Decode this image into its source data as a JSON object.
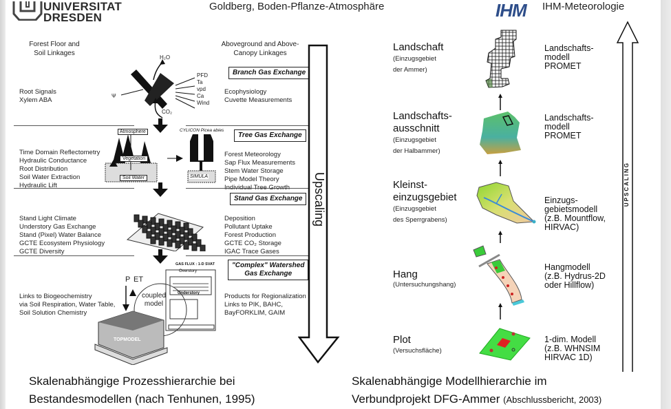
{
  "header": {
    "university_line1": "UNIVERSITAT",
    "university_line2": "DRESDEN",
    "title": "Goldberg, Boden-Pflanze-Atmosphäre",
    "ihm_logo": "IHM",
    "ihm_label": "IHM-Meteorologie"
  },
  "left_diagram": {
    "left_heading": "Forest Floor and\nSoil Linkages",
    "right_heading": "Aboveground and Above-\nCanopy Linkages",
    "levels": [
      {
        "box_label": "Branch Gas Exchange",
        "left_items": [
          "Root Signals",
          "Xylem ABA"
        ],
        "right_items": [
          "Ecophysiology",
          "Cuvette Measurements"
        ],
        "figure_labels": {
          "top": "H₂O",
          "bottom": "CO₂",
          "psi": "Ψ",
          "inputs": [
            "PFD",
            "Ta",
            "vpd",
            "Ca",
            "Wind"
          ]
        }
      },
      {
        "box_label": "Tree Gas Exchange",
        "left_items": [
          "Time Domain Reflectometry",
          "Hydraulic Conductance",
          "Root Distribution",
          "Soil Water Extraction",
          "Hydraulic Lift"
        ],
        "right_items": [
          "Forest Meteorology",
          "Sap Flux Measurements",
          "Stem Water Storage",
          "Pipe Model Theory",
          "Individual Tree Growth"
        ],
        "figure_labels": {
          "atmosphere": "Atmosphere",
          "vegetation": "Vegetation",
          "soil_water": "Soil Water",
          "cylicon": "CYLICON  Picea abies",
          "simula": "SIMULA"
        }
      },
      {
        "box_label": "Stand Gas Exchange",
        "left_items": [
          "Stand Light Climate",
          "Understory Gas Exchange",
          "Stand (Pixel) Water Balance",
          "GCTE Ecosystem Physiology",
          "GCTE Diversity"
        ],
        "right_items": [
          "Deposition",
          "Pollutant Uptake",
          "Forest Production",
          "GCTE CO₂ Storage",
          "IGAC Trace Gases"
        ]
      },
      {
        "box_label": "\"Complex\"  Watershed\nGas Exchange",
        "left_items": [
          "Links to Biogeochemistry",
          "via Soil Respiration, Water Table,",
          "Soil Solution Chemistry"
        ],
        "right_items": [
          "Products for Regionalization",
          "Links to PIK, BAHC,",
          "BayFORKLIM, GAIM"
        ],
        "figure_labels": {
          "p": "P",
          "et": "ET",
          "coupled": "coupled\nmodel",
          "gasflux": "GAS FLUX : 1-D SVAT",
          "overstory": "Overstory",
          "understory": "Understory",
          "topmodel": "TOPMODEL"
        }
      }
    ],
    "arrow_label": "Upscaling"
  },
  "right_diagram": {
    "levels": [
      {
        "name": "Landschaft",
        "sub": [
          "(Einzugsgebiet",
          "der  Ammer)"
        ],
        "model": [
          "Landschafts-",
          "modell",
          "PROMET"
        ]
      },
      {
        "name": "Landschafts-\nausschnitt",
        "sub": [
          "(Einzugsgebiet",
          "der  Halbammer)"
        ],
        "model": [
          "Landschafts-",
          "modell",
          "PROMET"
        ]
      },
      {
        "name": "Kleinst-\neinzugsgebiet",
        "sub": [
          "(Einzugsgebiet",
          "des  Sperrgrabens)"
        ],
        "model": [
          "Einzugs-",
          "gebietsmodell",
          "(z.B. Mountflow,",
          "HIRVAC)"
        ]
      },
      {
        "name": "Hang",
        "sub": [
          "(Untersuchungshang)"
        ],
        "model": [
          "Hangmodell",
          "(z.B. Hydrus-2D",
          "oder Hillflow)"
        ]
      },
      {
        "name": "Plot",
        "sub": [
          "(Versuchsfläche)"
        ],
        "model": [
          "1-dim. Modell",
          "(z.B. WHNSIM",
          "HIRVAC 1D)"
        ]
      }
    ],
    "arrow_label": "UPSCALING"
  },
  "captions": {
    "left_line1": "Skalenabhängige Prozesshierarchie bei",
    "left_line2": "Bestandesmodellen (nach Tenhunen, 1995)",
    "right_line1": "Skalenabhängige Modellhierarchie im",
    "right_line2": "Verbundprojekt DFG-Ammer",
    "right_source": "(Abschlussbericht, 2003)"
  }
}
